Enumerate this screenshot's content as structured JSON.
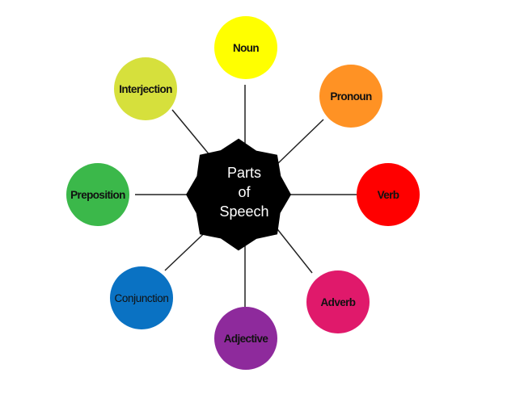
{
  "center": {
    "lines": [
      "Parts",
      "of",
      "Speech"
    ],
    "color": "#000000"
  },
  "nodes": [
    {
      "label": "Noun",
      "color": "#ffff00"
    },
    {
      "label": "Pronoun",
      "color": "#ff9224"
    },
    {
      "label": "Verb",
      "color": "#ff0000"
    },
    {
      "label": "Adverb",
      "color": "#e0196b"
    },
    {
      "label": "Adjective",
      "color": "#8e2a9c"
    },
    {
      "label": "Conjunction",
      "color": "#0a72c3"
    },
    {
      "label": "Preposition",
      "color": "#3bb84a"
    },
    {
      "label": "Interjection",
      "color": "#d6e03c"
    }
  ]
}
